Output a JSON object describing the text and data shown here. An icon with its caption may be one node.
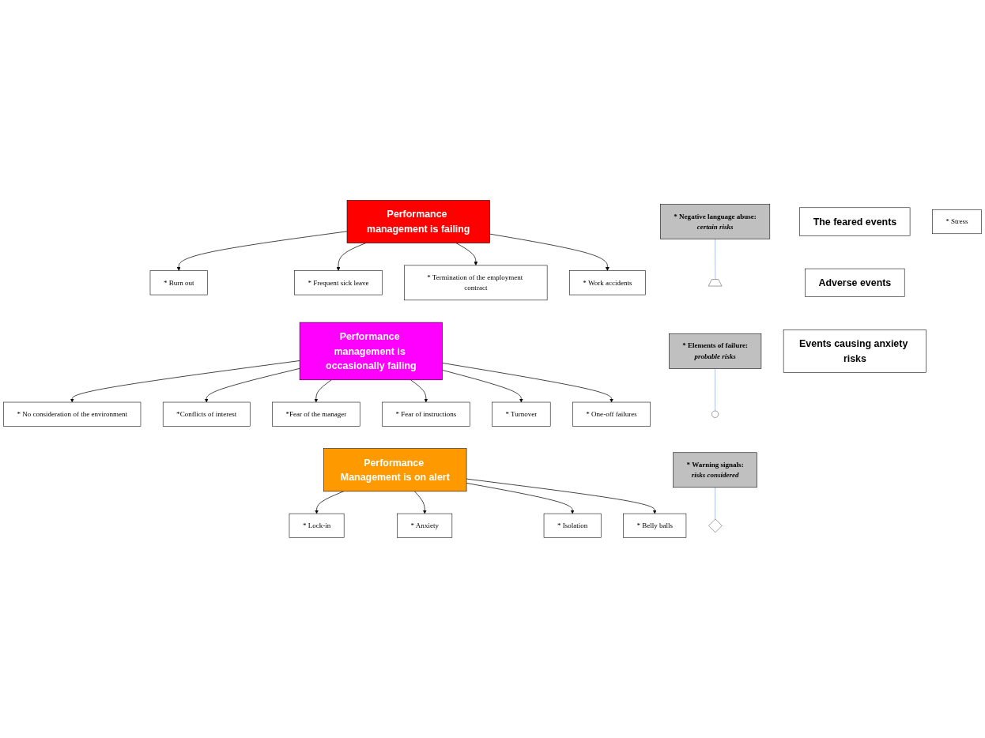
{
  "diagram": {
    "nodes": [
      {
        "text": [
          "Performance management is failing"
        ]
      },
      {
        "text": [
          "* Negative language abuse:",
          "certain risks"
        ]
      },
      {
        "text": [],
        "shape": "pentagon"
      },
      {
        "text": [
          "* Burn out"
        ]
      },
      {
        "text": [
          "* Frequent sick leave"
        ]
      },
      {
        "text": [
          "The feared events"
        ]
      },
      {
        "text": [
          "* Termination of the employment contract"
        ]
      },
      {
        "text": [
          "* Work accidents"
        ]
      },
      {
        "text": [
          "Performance management is occasionally failing"
        ]
      },
      {
        "text": [
          "* Elements of failure:",
          "probable risks"
        ]
      },
      {
        "text": [],
        "shape": "circle"
      },
      {
        "text": [
          "* No consideration of the environment"
        ]
      },
      {
        "text": [
          "*Conflicts of interest"
        ]
      },
      {
        "text": [
          "Adverse events"
        ]
      },
      {
        "text": [
          "*Fear of the manager"
        ]
      },
      {
        "text": [
          "* Fear of instructions"
        ]
      },
      {
        "text": [
          "* Turnover"
        ]
      },
      {
        "text": [
          "* One-off failures"
        ]
      },
      {
        "text": [
          "Performance Management is on alert"
        ]
      },
      {
        "text": [
          "* Warning signals:",
          "risks considered"
        ]
      },
      {
        "text": [],
        "shape": "diamond"
      },
      {
        "text": [
          "* Lock-in"
        ]
      },
      {
        "text": [
          "* Anxiety"
        ]
      },
      {
        "text": [
          "* Stress"
        ]
      },
      {
        "text": [
          "Events causing anxiety risks"
        ]
      },
      {
        "text": [
          "* Isolation"
        ]
      },
      {
        "text": [
          "* Belly balls"
        ]
      }
    ],
    "edges": [
      {
        "from": 0,
        "to": 3,
        "arrow": "to"
      },
      {
        "from": 0,
        "to": 4,
        "arrow": "to"
      },
      {
        "from": 0,
        "to": 6,
        "arrow": "to"
      },
      {
        "from": 0,
        "to": 7,
        "arrow": "to"
      },
      {
        "from": 1,
        "to": 2,
        "arrow": "none",
        "color": "#8eaadb"
      },
      {
        "from": 8,
        "to": 11,
        "arrow": "to"
      },
      {
        "from": 8,
        "to": 12,
        "arrow": "to"
      },
      {
        "from": 8,
        "to": 14,
        "arrow": "to"
      },
      {
        "from": 8,
        "to": 15,
        "arrow": "to"
      },
      {
        "from": 8,
        "to": 16,
        "arrow": "to"
      },
      {
        "from": 8,
        "to": 17,
        "arrow": "to"
      },
      {
        "from": 9,
        "to": 10,
        "arrow": "none",
        "color": "#8eaadb"
      },
      {
        "from": 18,
        "to": 21,
        "arrow": "to"
      },
      {
        "from": 18,
        "to": 22,
        "arrow": "to"
      },
      {
        "from": 18,
        "to": 25,
        "arrow": "to"
      },
      {
        "from": 18,
        "to": 26,
        "arrow": "to"
      },
      {
        "from": 19,
        "to": 20,
        "arrow": "none",
        "color": "#8eaadb"
      }
    ]
  }
}
